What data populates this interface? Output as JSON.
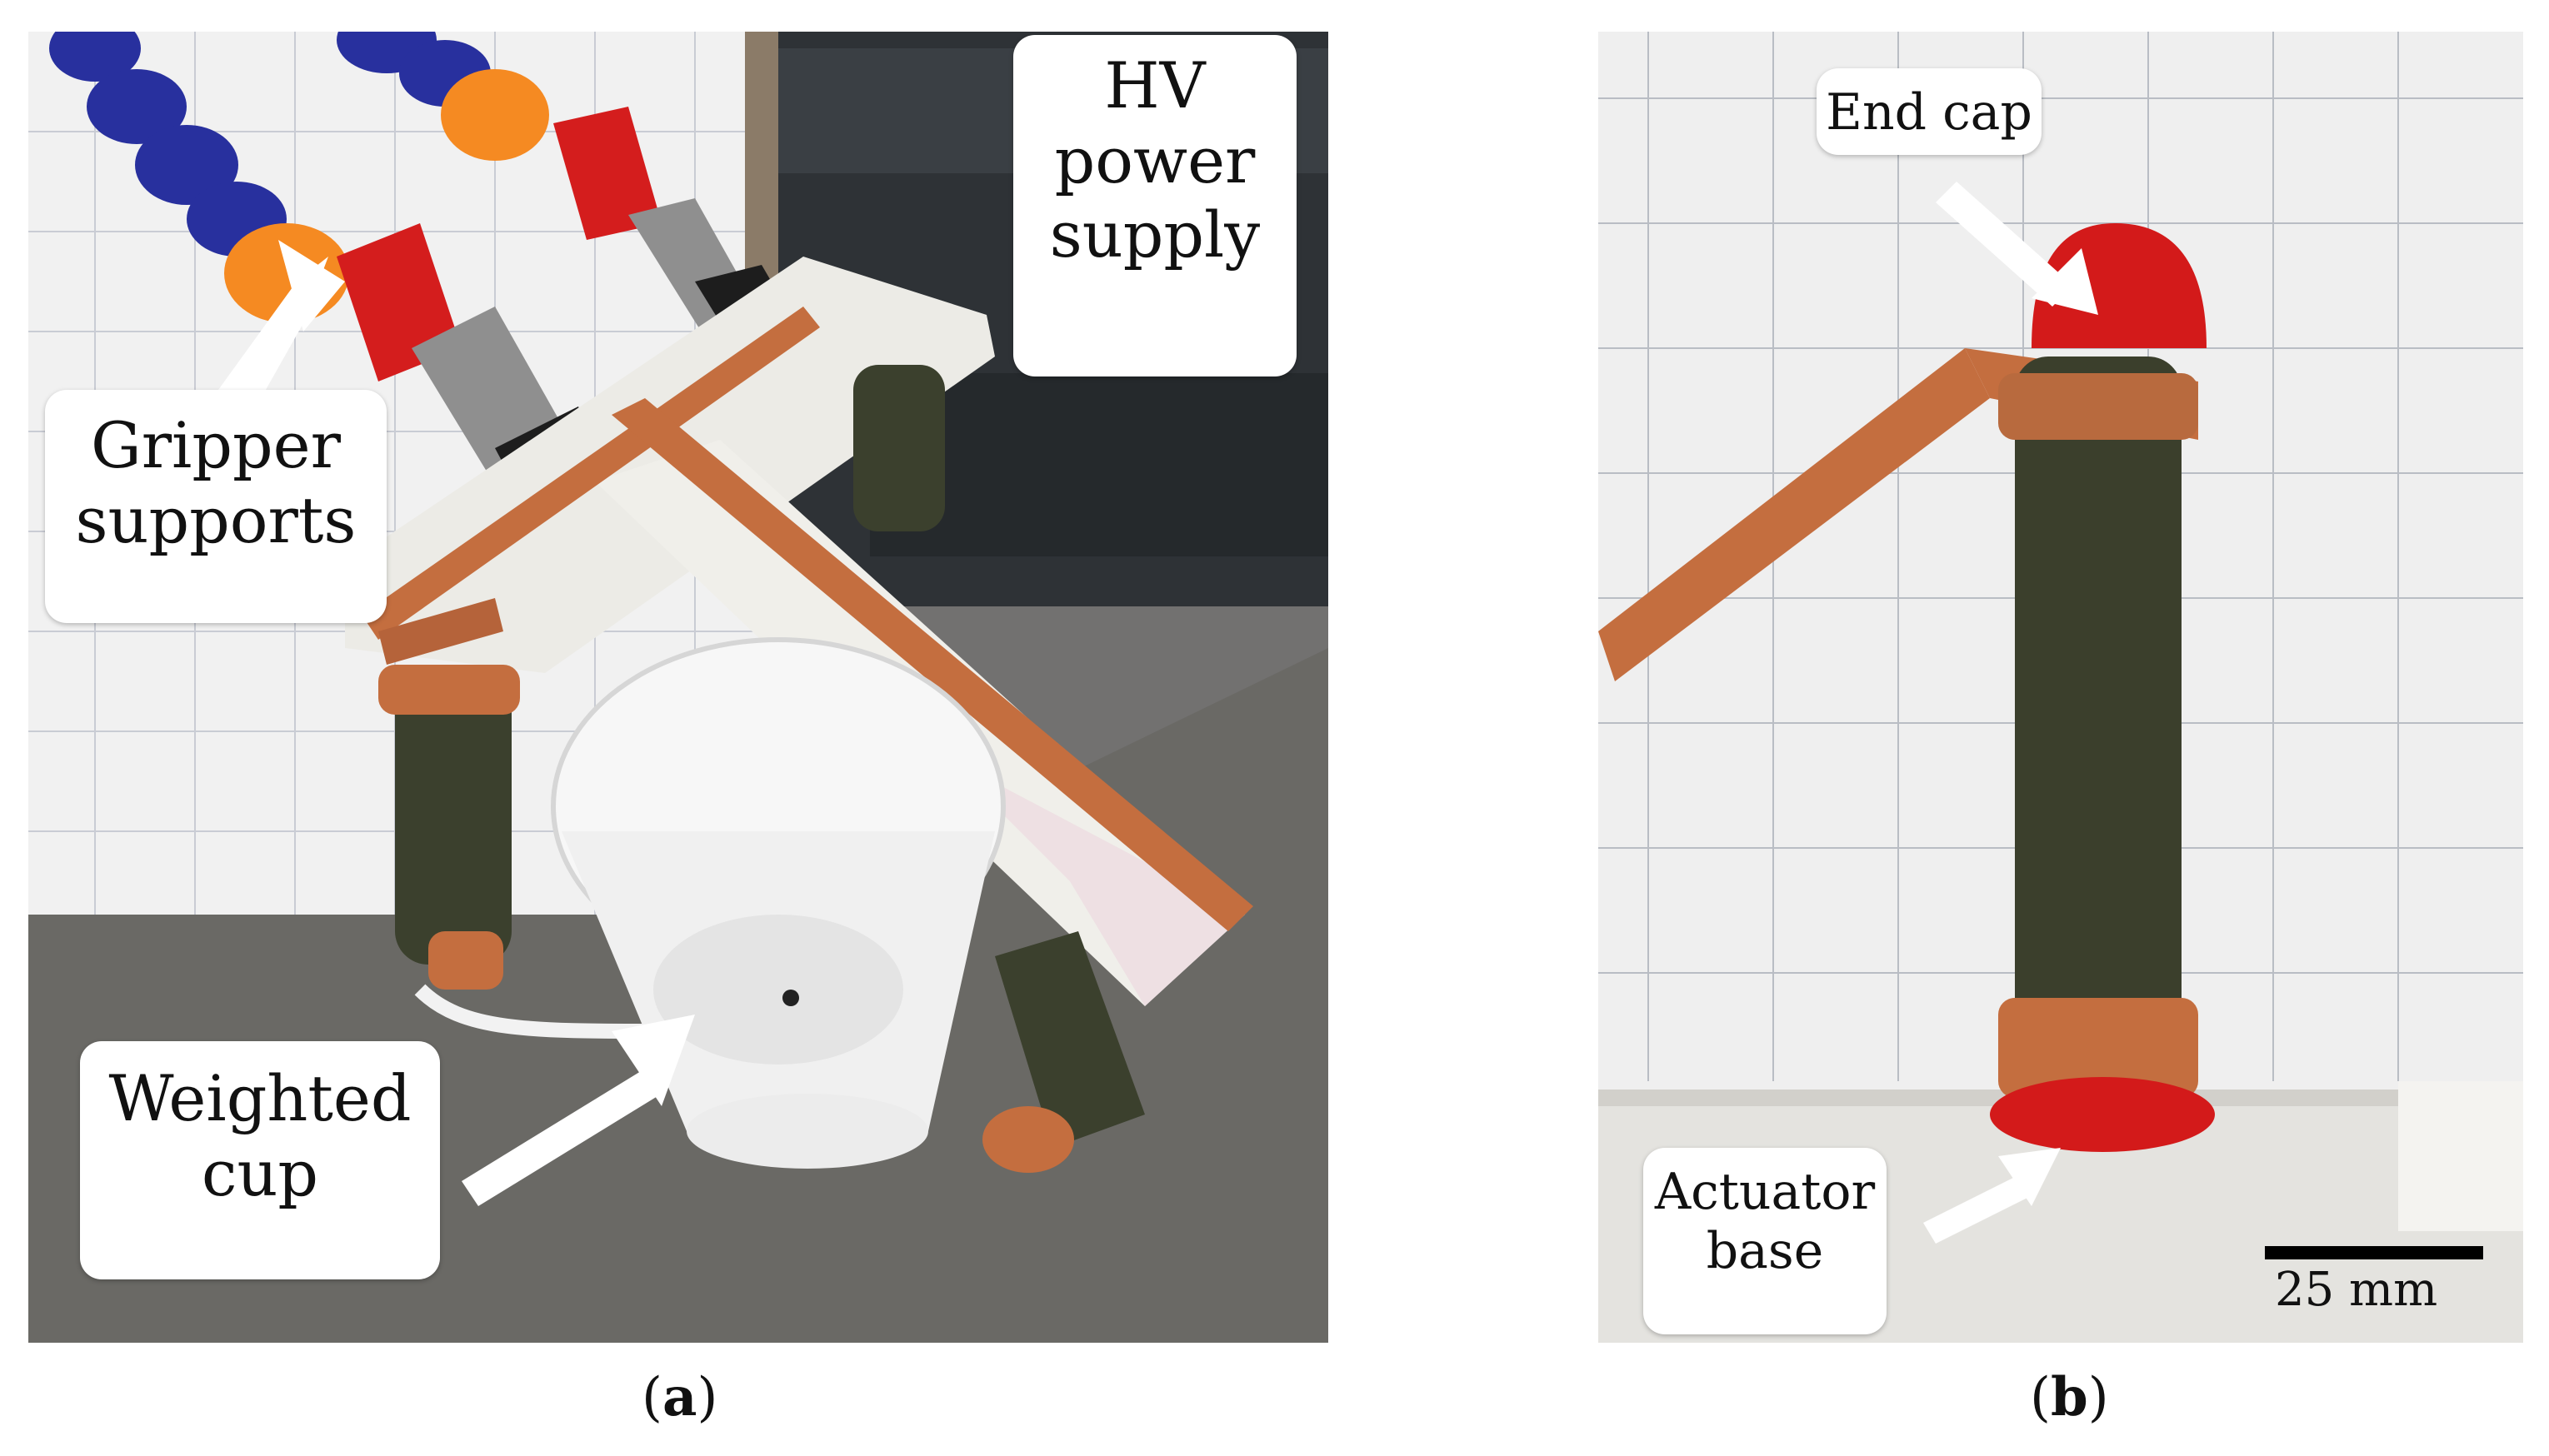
{
  "panel_a": {
    "labels": {
      "hv_power_supply": [
        "HV",
        "power",
        "supply"
      ],
      "gripper_supports": [
        "Gripper",
        "supports"
      ],
      "weighted_cup": [
        "Weighted",
        "cup"
      ]
    },
    "caption": {
      "open": "(",
      "letter": "a",
      "close": ")"
    }
  },
  "panel_b": {
    "labels": {
      "end_cap": [
        "End cap"
      ],
      "actuator_base": [
        "Actuator",
        "base"
      ]
    },
    "scale_bar_label": "25 mm",
    "caption": {
      "open": "(",
      "letter": "b",
      "close": ")"
    }
  },
  "colors": {
    "copper": "#c46e3f",
    "red_cap": "#d11a1a",
    "clip_orange": "#f5871f",
    "hose_blue": "#2a2f9e",
    "actuator_green": "#3a3f2c",
    "grid_paper": "#eeeeee"
  }
}
